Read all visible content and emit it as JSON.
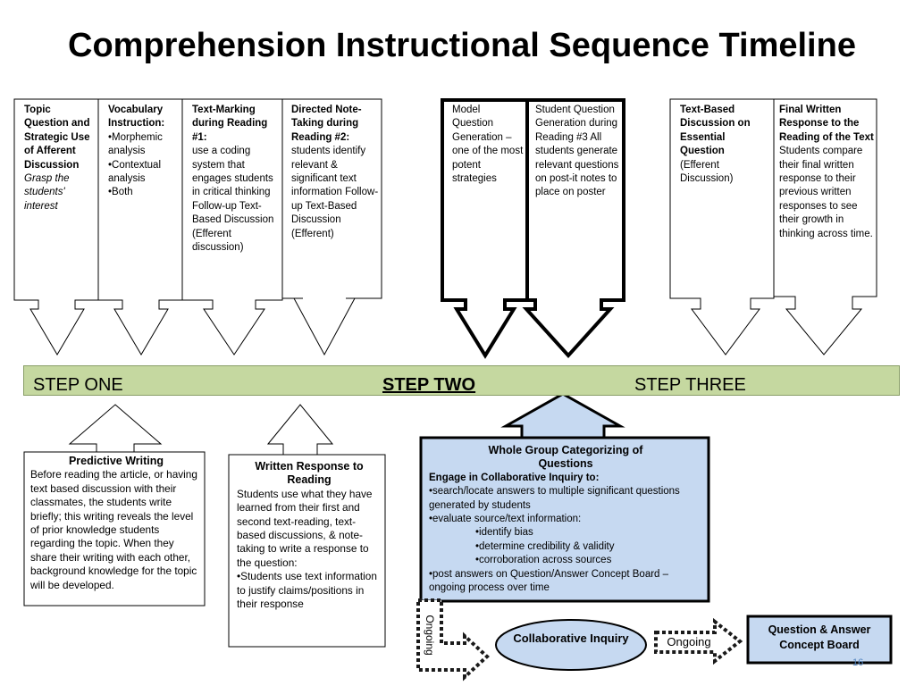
{
  "title": "Comprehension Instructional Sequence Timeline",
  "top_boxes": [
    {
      "title": "Topic Question and Strategic Use of Afferent Discussion",
      "body": "Grasp the students' interest"
    },
    {
      "title": "Vocabulary Instruction:",
      "items": [
        "•Morphemic analysis",
        "•Contextual analysis",
        "•Both"
      ]
    },
    {
      "title": "Text-Marking during Reading #1:",
      "body": "use a coding system that engages students in critical thinking Follow-up Text-Based Discussion (Efferent discussion)"
    },
    {
      "title": "Directed Note-Taking during Reading #2:",
      "body": "students identify relevant & significant text information Follow-up Text-Based Discussion (Efferent)"
    },
    {
      "title": "",
      "body": "Model Question Generation – one of the most potent strategies"
    },
    {
      "title": "",
      "body": "Student Question Generation during Reading #3 All students generate relevant questions on post-it notes to place on poster"
    },
    {
      "title": "Text-Based Discussion on Essential Question",
      "body": "(Efferent Discussion)"
    },
    {
      "title": "Final Written Response to the Reading of the Text",
      "body": "Students compare their final written response to their previous written responses to see their growth in thinking across time."
    }
  ],
  "steps": {
    "one": "STEP ONE",
    "two": "STEP TWO",
    "three": "STEP THREE"
  },
  "bottom_boxes": {
    "predictive": {
      "title": "Predictive Writing",
      "body": "Before reading the article, or having text based discussion with their classmates, the students write briefly; this writing reveals the level of prior knowledge students regarding the topic.  When they share their writing with each other, background knowledge for the topic will be developed."
    },
    "written": {
      "title": "Written Response to Reading",
      "body": "Students use what they have learned from their first and second text-reading, text-based discussions, & note-taking to write a response to the question:",
      "bullet": "•Students use text information to justify claims/positions in their response"
    },
    "whole_group": {
      "title": "Whole Group Categorizing of Questions",
      "subtitle": "Engage in Collaborative Inquiry to:",
      "items": [
        "•search/locate answers to multiple significant questions generated by students",
        "•evaluate source/text information:"
      ],
      "subitems": [
        "•identify bias",
        "•determine credibility & validity",
        "•corroboration across sources"
      ],
      "last": "•post answers on Question/Answer Concept Board – ongoing process over time"
    }
  },
  "flow": {
    "ongoing_vertical": "Ongoing",
    "collaborative": "Collaborative Inquiry",
    "ongoing": "Ongoing",
    "concept_board": "Question & Answer Concept Board"
  },
  "page_number": "16",
  "colors": {
    "band": "#c5d8a0",
    "blue_fill": "#c6d9f1",
    "black": "#000000"
  }
}
